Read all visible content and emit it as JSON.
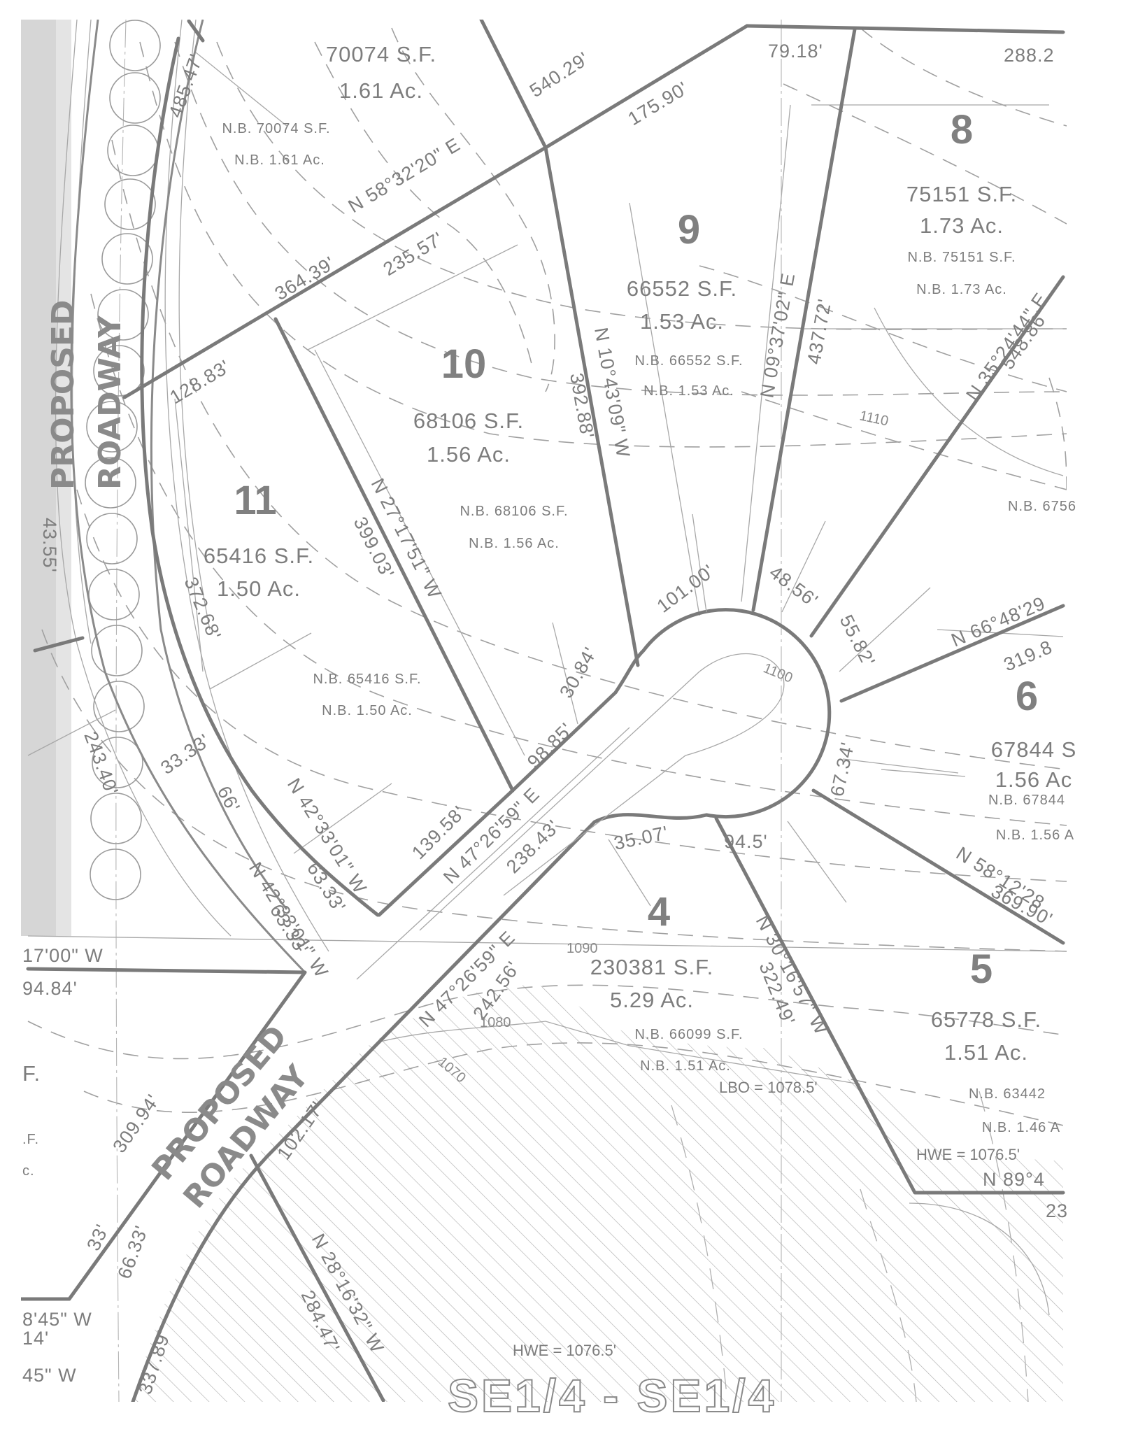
{
  "document": {
    "type": "subdivision plat (scanned)",
    "road_labels": [
      "PROPOSED",
      "ROADWAY"
    ],
    "section_label": "SE1/4 - SE1/4"
  },
  "lots": [
    {
      "id": "top",
      "number": "",
      "area_sf": "70074 S.F.",
      "area_ac": "1.61 Ac.",
      "nb_sf": "N.B. 70074 S.F.",
      "nb_ac": "N.B. 1.61 Ac."
    },
    {
      "id": "8",
      "number": "8",
      "area_sf": "75151 S.F.",
      "area_ac": "1.73 Ac.",
      "nb_sf": "N.B. 75151 S.F.",
      "nb_ac": "N.B. 1.73 Ac."
    },
    {
      "id": "9",
      "number": "9",
      "area_sf": "66552 S.F.",
      "area_ac": "1.53 Ac.",
      "nb_sf": "N.B. 66552 S.F.",
      "nb_ac": "N.B. 1.53 Ac."
    },
    {
      "id": "10",
      "number": "10",
      "area_sf": "68106 S.F.",
      "area_ac": "1.56 Ac.",
      "nb_sf": "N.B. 68106 S.F.",
      "nb_ac": "N.B. 1.56 Ac."
    },
    {
      "id": "11",
      "number": "11",
      "area_sf": "65416 S.F.",
      "area_ac": "1.50 Ac.",
      "nb_sf": "N.B. 65416 S.F.",
      "nb_ac": "N.B. 1.50 Ac."
    },
    {
      "id": "7",
      "number": "",
      "area_sf": "",
      "area_ac": "",
      "nb_sf": "N.B. 6756",
      "nb_ac": ""
    },
    {
      "id": "6",
      "number": "6",
      "area_sf": "67844 S",
      "area_ac": "1.56 Ac",
      "nb_sf": "N.B. 67844",
      "nb_ac": "N.B. 1.56 A"
    },
    {
      "id": "5",
      "number": "5",
      "area_sf": "65778 S.F.",
      "area_ac": "1.51 Ac.",
      "nb_sf": "N.B. 63442",
      "nb_ac": "N.B. 1.46 A"
    },
    {
      "id": "4",
      "number": "4",
      "area_sf": "230381 S.F.",
      "area_ac": "5.29 Ac.",
      "nb_sf": "N.B. 66099 S.F.",
      "nb_ac": "N.B. 1.51 Ac."
    }
  ],
  "bearings": {
    "b1": "N 58°32'20\" E",
    "b2": "N 10°43'09\" W",
    "b3": "N 09°37'02\" E",
    "b4": "N 35°24'44\" E",
    "b5": "N 27°17'51\" W",
    "b6": "N 66°48'29",
    "b7": "N 58°12'28",
    "b8": "N 42°33'01\" W",
    "b9": "N 42°33'01\" W",
    "b10": "N 47°26'59\" E",
    "b11": "N 47°26'59\" E",
    "b12": "N 30°16'57\" W",
    "b13": "N 28°16'32\" W",
    "b14": "N 89°4",
    "b15": "17'00\" W",
    "b16": "8'45\" W",
    "b17": "45\" W",
    "b18": "W"
  },
  "distances": {
    "d1": "485.47'",
    "d2": "540.29'",
    "d3": "79.18'",
    "d4": "288.2",
    "d5": "175.90'",
    "d6": "364.39'",
    "d7": "235.57'",
    "d8": "128.83'",
    "d9": "392.88'",
    "d10": "437.72'",
    "d11": "548.86'",
    "d12": "399.03'",
    "d13": "372.68'",
    "d14": "101.00'",
    "d15": "48.56'",
    "d16": "55.82'",
    "d17": "319.8",
    "d18": "30.84'",
    "d19": "98.85'",
    "d20": "67.34'",
    "d21": "139.58'",
    "d22": "238.43'",
    "d23": "35.07'",
    "d24": "94.5'",
    "d25": "369.90'",
    "d26": "33.33'",
    "d27": "243.40'",
    "d28": "66'",
    "d29": "63.33'",
    "d30": "63.33'",
    "d31": "242.56'",
    "d32": "322.49'",
    "d33": "94.84'",
    "d34": "309.94'",
    "d35": "102.17'",
    "d36": "33'",
    "d37": "66.33'",
    "d38": "284.47'",
    "d39": "337.89'",
    "d40": "43.55'",
    "d41": "23",
    "d42": "14'"
  },
  "elevations": {
    "contour_1110": "1110",
    "contour_1100": "1100",
    "contour_1090": "1090",
    "contour_1080": "1080",
    "contour_1070": "1070",
    "lbo": "LBO = 1078.5'",
    "hwe_1": "HWE = 1076.5'",
    "hwe_2": "HWE = 1076.5'"
  },
  "partial_labels": {
    "f1": "F.",
    "f2": ".F.",
    "f3": "c."
  }
}
